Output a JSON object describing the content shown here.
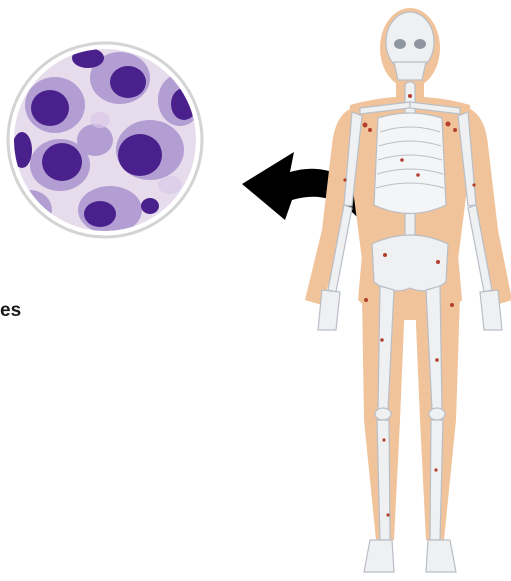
{
  "label_text": "es",
  "colors": {
    "skin": "#f0c39a",
    "bone": "#eef0f2",
    "bone_outline": "#b9bec6",
    "lesion": "#b3402f",
    "arrow": "#000000",
    "circle_border": "#d4d4d4",
    "cell_background": "#e7dcec",
    "nucleus": "#4a208c",
    "cytoplasm": "#9d87c9"
  },
  "icons": [
    "bone-marrow-cells-circle",
    "curved-arrow-icon",
    "human-skeleton-figure"
  ]
}
